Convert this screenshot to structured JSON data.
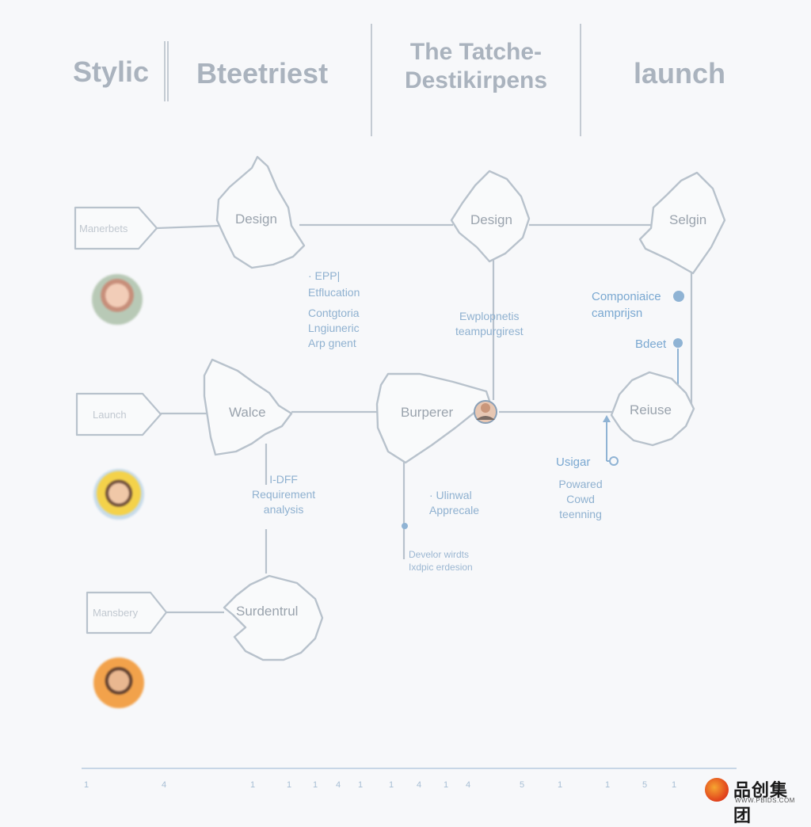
{
  "header": {
    "col1": "Stylic",
    "col2": "Bteetriest",
    "col3_line1": "The Tatche-",
    "col3_line2": "Destikirpens",
    "col4": "launch"
  },
  "rows": [
    {
      "tag": "Manerbets",
      "node_a": "Design",
      "node_b": "Design",
      "node_c": "Selgin"
    },
    {
      "tag": "Launch",
      "node_a": "Walce",
      "node_b": "Burperer",
      "node_c": "Reiuse"
    },
    {
      "tag": "Mansbery",
      "node_a": "Surdentrul"
    }
  ],
  "notes": {
    "n1": [
      "· EPP|",
      "Etflucation",
      "Contgtoria",
      "Lngiuneric",
      "Arp gnent"
    ],
    "n2": [
      "Ewplopnetis",
      "teampurgirest"
    ],
    "n3": [
      "Componiaice",
      "camprijsn"
    ],
    "n4": "Bdeet",
    "n5": [
      "I-DFF",
      "Requirement",
      "analysis"
    ],
    "n6": [
      "· Ulinwal",
      "Apprecale"
    ],
    "n7": [
      "Develor wirdts",
      "Ixdpic erdesion"
    ],
    "n8": "Usigar",
    "n9": [
      "Powared",
      "Cowd",
      "teenning"
    ]
  },
  "timeline": {
    "ticks": [
      "1",
      "4",
      "1",
      "1",
      "1",
      "4",
      "1",
      "1",
      "4",
      "1",
      "4",
      "5",
      "1",
      "1",
      "5",
      "1"
    ]
  },
  "logo": {
    "text": "品创集团",
    "sub": "WWW.PBIDS.COM"
  },
  "colors": {
    "line": "#b8c2cc",
    "heading": "#aab3be",
    "note_blue": "#7aa8d1",
    "background": "#f7f8fa"
  }
}
